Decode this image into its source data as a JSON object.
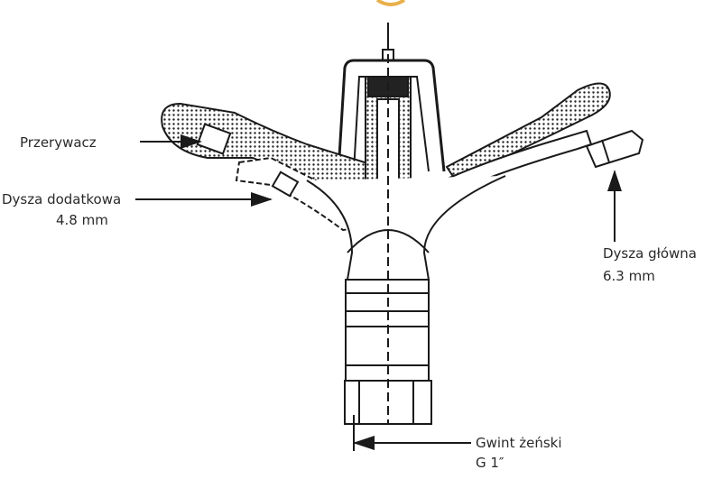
{
  "labels": {
    "interrupter": "Przerywacz",
    "aux_nozzle": "Dysza dodatkowa",
    "aux_nozzle_size": "4.8 mm",
    "main_nozzle": "Dysza główna",
    "main_nozzle_size": "6.3 mm",
    "thread": "Gwint żeński",
    "thread_size": "G 1″"
  },
  "colors": {
    "line": "#1a1a1a",
    "accent": "#e8b04a"
  }
}
